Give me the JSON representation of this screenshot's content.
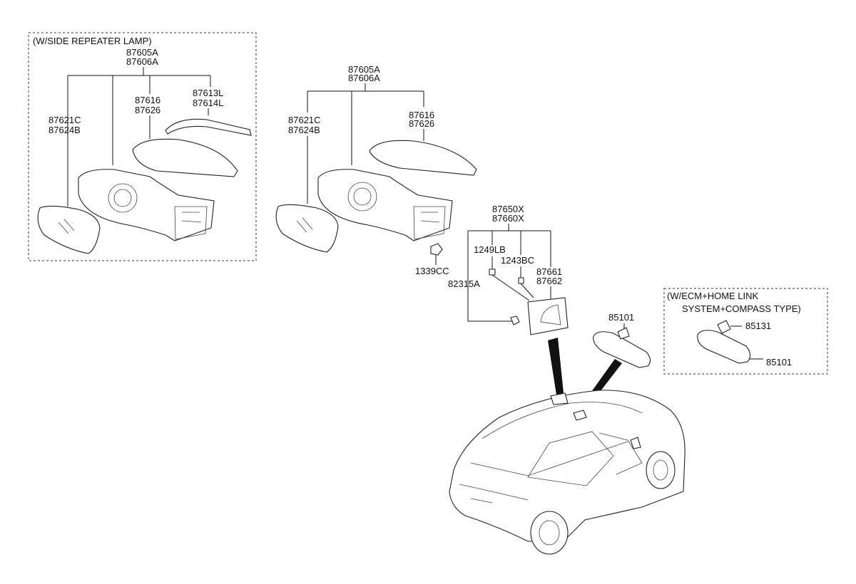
{
  "boxes": {
    "side_repeater_note": "(W/SIDE REPEATER LAMP)",
    "ecm_note_line1": "(W/ECM+HOME LINK",
    "ecm_note_line2": "SYSTEM+COMPASS TYPE)"
  },
  "left_assembly": {
    "assy_top": "87605A",
    "assy_bottom": "87606A",
    "glass_top": "87621C",
    "glass_bottom": "87624B",
    "cover_top": "87616",
    "cover_bottom": "87626",
    "lamp_top": "87613L",
    "lamp_bottom": "87614L"
  },
  "center_assembly": {
    "assy_top": "87605A",
    "assy_bottom": "87606A",
    "glass_top": "87621C",
    "glass_bottom": "87624B",
    "cover_top": "87616",
    "cover_bottom": "87626",
    "nut": "1339CC"
  },
  "garnish_assembly": {
    "assy_top": "87650X",
    "assy_bottom": "87660X",
    "bolt_a": "1249LB",
    "bolt_b": "1243BC",
    "garnish_top": "87661",
    "garnish_bottom": "87662",
    "clip": "82315A"
  },
  "inside_mirror": {
    "mirror": "85101"
  },
  "ecm_mirror": {
    "harness": "85131",
    "mirror": "85101"
  }
}
